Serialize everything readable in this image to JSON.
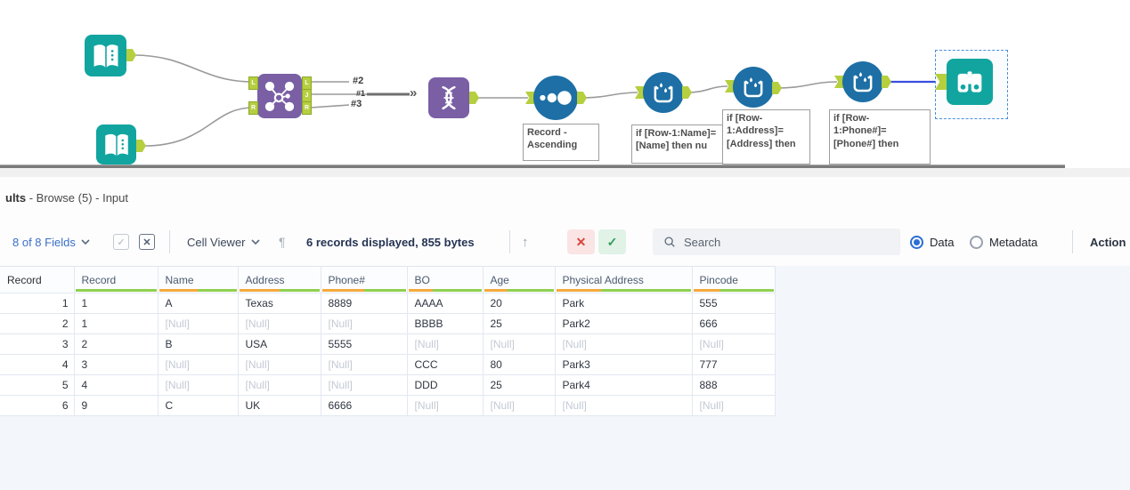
{
  "canvas": {
    "connection_labels": {
      "top": "#2",
      "middle": "#1",
      "bottom": "#3"
    },
    "annotations": {
      "sort": "Record -\nAscending",
      "mrf1": "if [Row-1:Name]=\n[Name] then nu",
      "mrf2": "if [Row-\n1:Address]=\n[Address] then",
      "mrf3": "if [Row-\n1:Phone#]=\n[Phone#] then"
    },
    "wireless_marker": "»",
    "join_anchor_letters": {
      "left_top": "L",
      "left_bottom": "R",
      "right_top": "L",
      "right_mid": "J",
      "right_bottom": "R"
    },
    "colors": {
      "tool_teal": "#12a5a0",
      "tool_purple": "#7a5fa5",
      "tool_blue": "#1d6fa5",
      "anchor_green": "#b5cf3f",
      "wire_gray": "#9a9a9a",
      "selected_wire": "#3b4de0"
    }
  },
  "results": {
    "title": {
      "bold": "ults",
      "rest": " - Browse (5) - Input"
    },
    "toolbar": {
      "fields_dropdown": "8 of 8 Fields",
      "check_all_glyph": "✓",
      "uncheck_all_glyph": "✕",
      "cell_viewer_dropdown": "Cell Viewer",
      "pilcrow": "¶",
      "records_info": "6 records displayed, 855 bytes",
      "up_arrow": "↑",
      "clear_glyph": "✕",
      "apply_glyph": "✓",
      "search_placeholder": "Search",
      "radio_data": "Data",
      "radio_metadata": "Metadata",
      "actions_label": "Action"
    },
    "table": {
      "row_header": "Record",
      "row_header_width": 83,
      "null_text": "[Null]",
      "quality_colors": {
        "ok": "#8fd14f",
        "nulls": "#f5a93c"
      },
      "columns": [
        {
          "label": "Record",
          "width": 94,
          "null_pct": 0
        },
        {
          "label": "Name",
          "width": 90,
          "null_pct": 50
        },
        {
          "label": "Address",
          "width": 93,
          "null_pct": 50
        },
        {
          "label": "Phone#",
          "width": 97,
          "null_pct": 50
        },
        {
          "label": "BO",
          "width": 85,
          "null_pct": 33
        },
        {
          "label": "Age",
          "width": 81,
          "null_pct": 33
        },
        {
          "label": "Physical Address",
          "width": 154,
          "null_pct": 33
        },
        {
          "label": "Pincode",
          "width": 93,
          "null_pct": 33
        }
      ],
      "rows": [
        {
          "num": "1",
          "cells": [
            "1",
            "A",
            "Texas",
            "8889",
            "AAAA",
            "20",
            "Park",
            "555"
          ]
        },
        {
          "num": "2",
          "cells": [
            "1",
            "[Null]",
            "[Null]",
            "[Null]",
            "BBBB",
            "25",
            "Park2",
            "666"
          ]
        },
        {
          "num": "3",
          "cells": [
            "2",
            "B",
            "USA",
            "5555",
            "[Null]",
            "[Null]",
            "[Null]",
            "[Null]"
          ]
        },
        {
          "num": "4",
          "cells": [
            "3",
            "[Null]",
            "[Null]",
            "[Null]",
            "CCC",
            "80",
            "Park3",
            "777"
          ]
        },
        {
          "num": "5",
          "cells": [
            "4",
            "[Null]",
            "[Null]",
            "[Null]",
            "DDD",
            "25",
            "Park4",
            "888"
          ]
        },
        {
          "num": "6",
          "cells": [
            "9",
            "C",
            "UK",
            "6666",
            "[Null]",
            "[Null]",
            "[Null]",
            "[Null]"
          ]
        }
      ]
    }
  }
}
